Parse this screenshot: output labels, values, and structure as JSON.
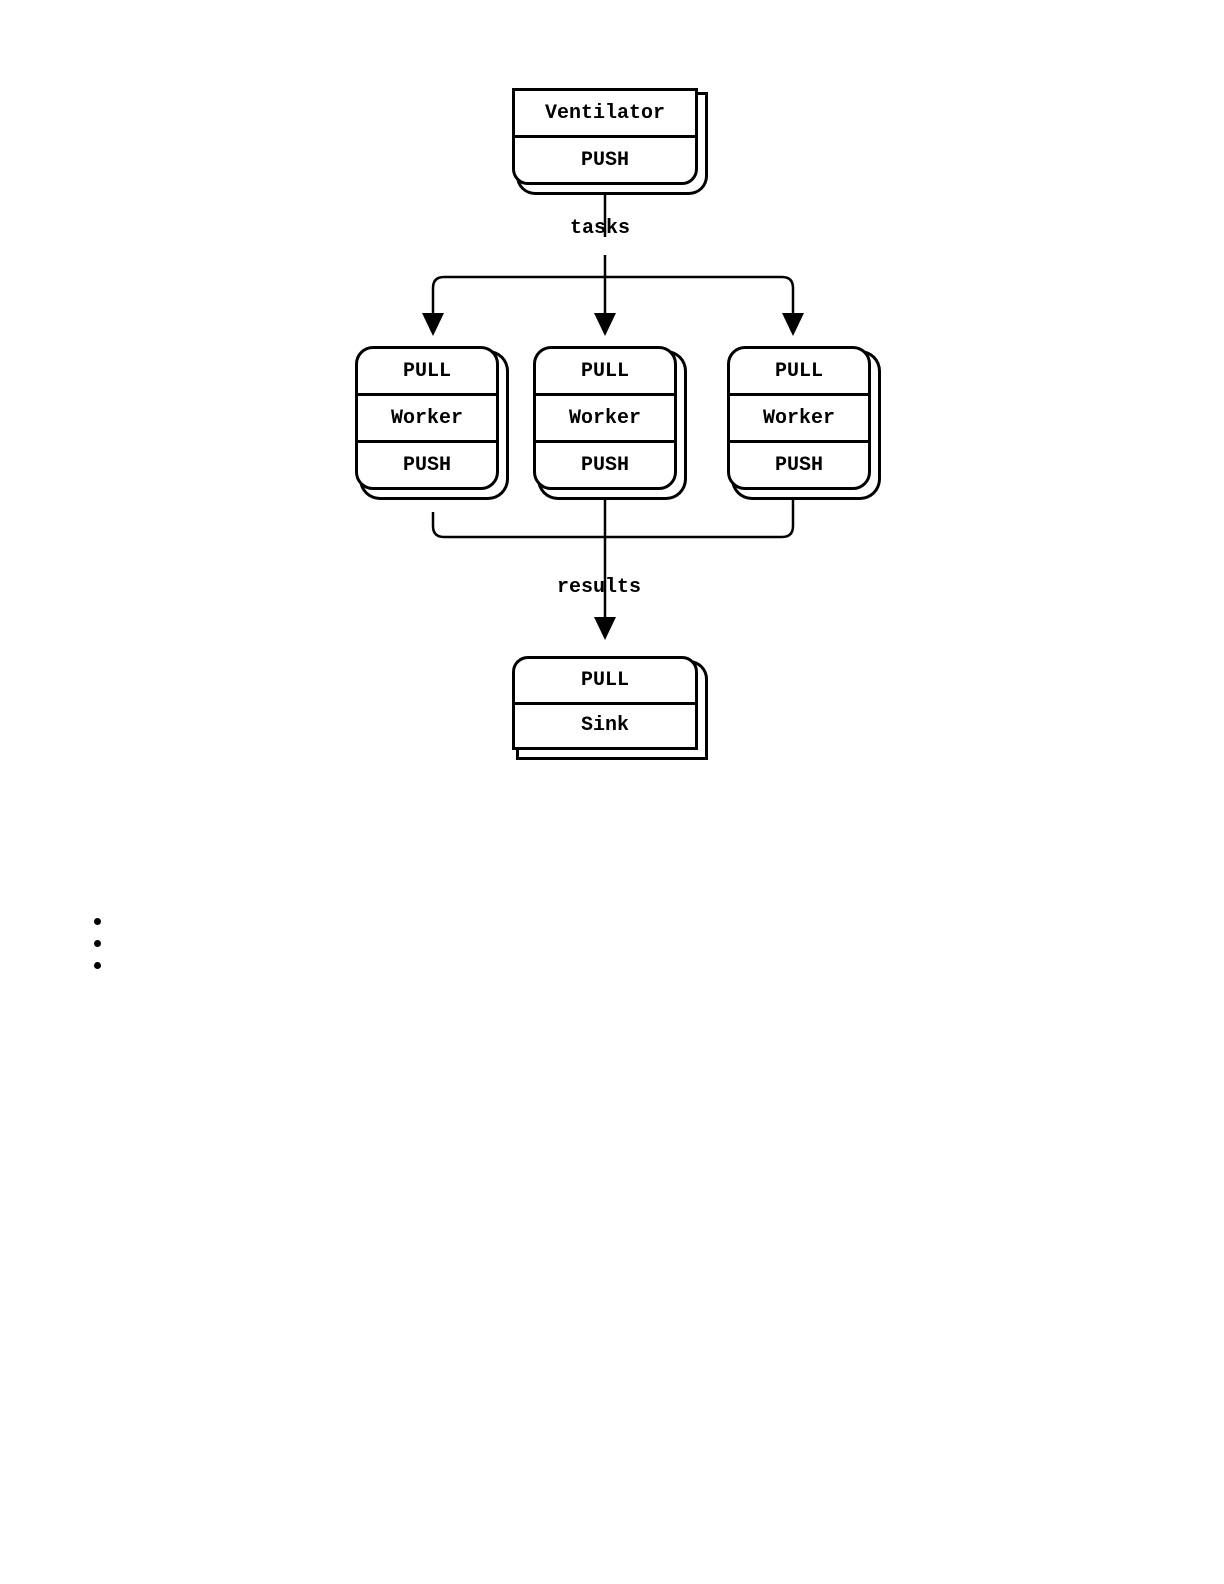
{
  "colors": {
    "ink": "#000000",
    "paper": "#ffffff"
  },
  "diagram": {
    "ventilator": {
      "title": "Ventilator",
      "socket_bottom": "PUSH"
    },
    "tasks_edge_label": "tasks",
    "results_edge_label": "results",
    "workers": [
      {
        "socket_top": "PULL",
        "title": "Worker",
        "socket_bottom": "PUSH"
      },
      {
        "socket_top": "PULL",
        "title": "Worker",
        "socket_bottom": "PUSH"
      },
      {
        "socket_top": "PULL",
        "title": "Worker",
        "socket_bottom": "PUSH"
      }
    ],
    "sink": {
      "socket_top": "PULL",
      "title": "Sink"
    }
  },
  "bullet_list": {
    "items": [
      "",
      "",
      ""
    ]
  }
}
